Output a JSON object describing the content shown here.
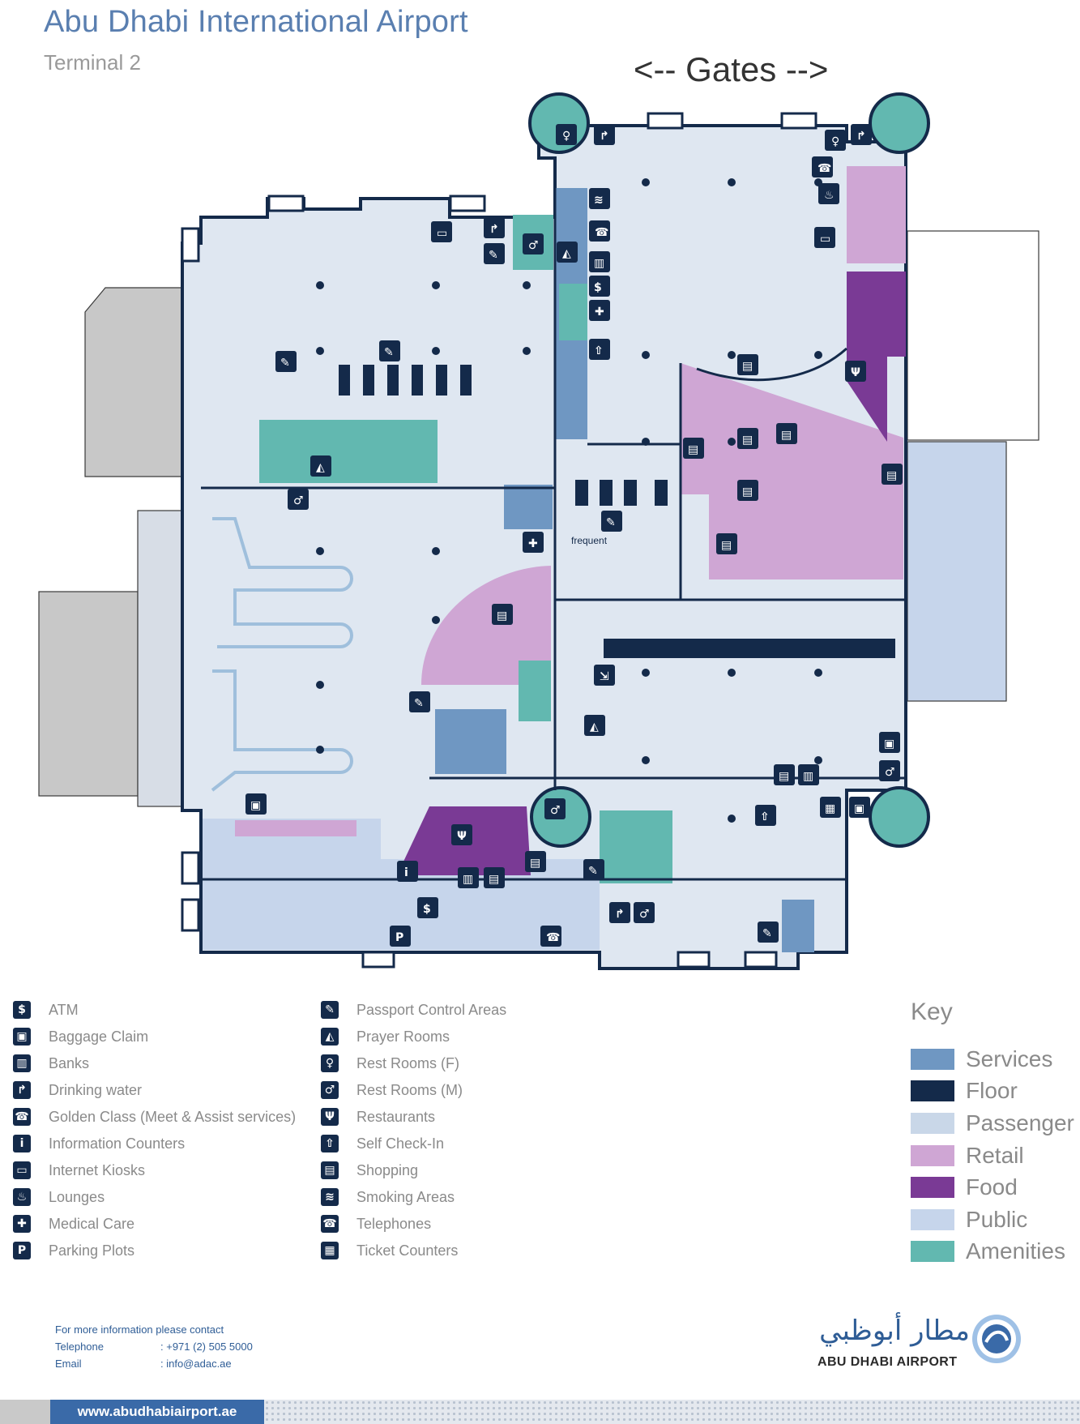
{
  "header": {
    "title": "Abu Dhabi International Airport",
    "subtitle": "Terminal 2",
    "gates": "<-- Gates -->"
  },
  "map_labels": {
    "frequent": "frequent"
  },
  "legend": {
    "left": [
      {
        "label": "ATM",
        "icon": "atm-icon"
      },
      {
        "label": "Baggage Claim",
        "icon": "baggage-icon"
      },
      {
        "label": "Banks",
        "icon": "bank-icon"
      },
      {
        "label": "Drinking water",
        "icon": "water-icon"
      },
      {
        "label": "Golden Class (Meet & Assist services)",
        "icon": "phone-person-icon"
      },
      {
        "label": "Information Counters",
        "icon": "info-icon"
      },
      {
        "label": "Internet Kiosks",
        "icon": "monitor-icon"
      },
      {
        "label": "Lounges",
        "icon": "lounge-icon"
      },
      {
        "label": "Medical Care",
        "icon": "medical-icon"
      },
      {
        "label": "Parking Plots",
        "icon": "parking-icon"
      }
    ],
    "right": [
      {
        "label": "Passport Control Areas",
        "icon": "passport-icon"
      },
      {
        "label": "Prayer Rooms",
        "icon": "prayer-icon"
      },
      {
        "label": "Rest Rooms (F)",
        "icon": "restroom-female-icon"
      },
      {
        "label": "Rest Rooms (M)",
        "icon": "restroom-male-icon"
      },
      {
        "label": "Restaurants",
        "icon": "restaurant-icon"
      },
      {
        "label": "Self Check-In",
        "icon": "self-checkin-icon"
      },
      {
        "label": "Shopping",
        "icon": "shopping-icon"
      },
      {
        "label": "Smoking Areas",
        "icon": "smoking-icon"
      },
      {
        "label": "Telephones",
        "icon": "telephone-icon"
      },
      {
        "label": "Ticket Counters",
        "icon": "ticket-icon"
      }
    ]
  },
  "key": {
    "title": "Key",
    "items": [
      {
        "label": "Services",
        "color": "#6f97c2"
      },
      {
        "label": "Floor",
        "color": "#142a4a"
      },
      {
        "label": "Passenger",
        "color": "#c9d7e8"
      },
      {
        "label": "Retail",
        "color": "#cfa6d4"
      },
      {
        "label": "Food",
        "color": "#7a3a95"
      },
      {
        "label": "Public",
        "color": "#c6d5eb"
      },
      {
        "label": "Amenities",
        "color": "#62b8b0"
      }
    ]
  },
  "contact": {
    "intro": "For more information please contact",
    "telephone_label": "Telephone",
    "telephone_value": ": +971 (2) 505 5000",
    "email_label": "Email",
    "email_value": ": info@adac.ae"
  },
  "logo": {
    "arabic": "مطار أبوظبي",
    "english": "ABU DHABI AIRPORT"
  },
  "footer": {
    "url": "www.abudhabiairport.ae"
  },
  "colors": {
    "floor_outline": "#142a4a",
    "passenger": "#dfe7f1",
    "public": "#c6d5eb",
    "services": "#6f97c2",
    "retail": "#cfa6d4",
    "food": "#7a3a95",
    "amenities": "#62b8b0",
    "building_grey": "#c8c8c8"
  }
}
